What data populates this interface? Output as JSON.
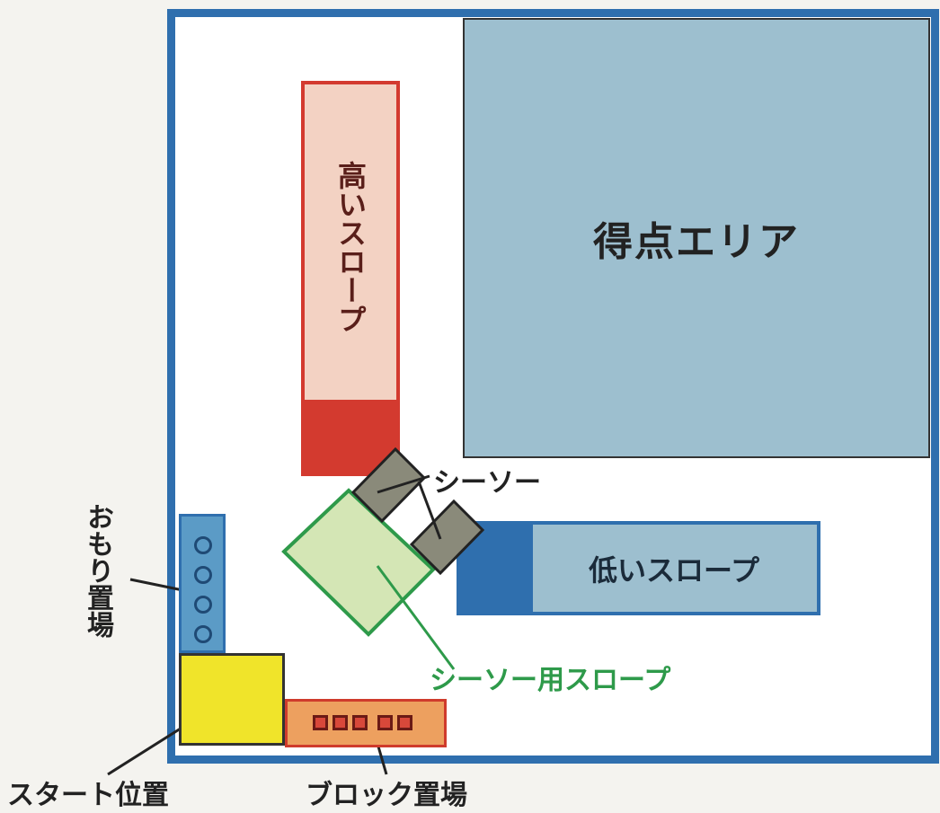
{
  "labels": {
    "score_area": "得点エリア",
    "high_slope": "高いスロープ",
    "low_slope": "低いスロープ",
    "seesaw": "シーソー",
    "seesaw_slope": "シーソー用スロープ",
    "weight_area": "おもり置場",
    "start_position": "スタート位置",
    "block_area": "ブロック置場"
  },
  "colors": {
    "field_border": "#2f6fae",
    "score_area": "#9dbfcf",
    "high_slope_border": "#d33a2f",
    "high_slope_fill": "#f3d2c3",
    "low_slope_border": "#2f6fae",
    "seesaw": "#8a8a7a",
    "seesaw_slope_fill": "#d4e6b5",
    "seesaw_slope_border": "#2e9a4a",
    "weight_area": "#5b9bc6",
    "start_position": "#f0e42a",
    "block_area": "#eda05f"
  }
}
